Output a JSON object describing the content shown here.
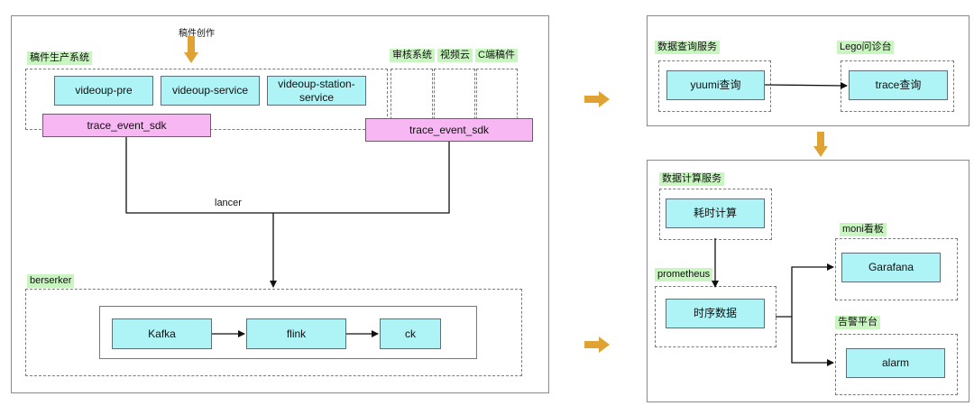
{
  "left": {
    "top_label": "稿件创作",
    "production_label": "稿件生产系统",
    "nodes": [
      "videoup-pre",
      "videoup-service",
      "videoup-station-service"
    ],
    "review_labels": [
      "审核系统",
      "视频云",
      "C端稿件"
    ],
    "sdk_label": "trace_event_sdk",
    "lancer_label": "lancer",
    "berserker_label": "berserker",
    "pipeline": [
      "Kafka",
      "flink",
      "ck"
    ]
  },
  "right_top": {
    "query_service_label": "数据查询服务",
    "lego_label": "Lego问诊台",
    "yuumi_node": "yuumi查询",
    "trace_node": "trace查询"
  },
  "right_bottom": {
    "compute_service_label": "数据计算服务",
    "compute_node": "耗时计算",
    "prometheus_label": "prometheus",
    "timeseries_node": "时序数据",
    "moni_label": "moni看板",
    "garafana_node": "Garafana",
    "alert_label": "告警平台",
    "alarm_node": "alarm"
  },
  "colors": {
    "node_fill": "#aef3f5",
    "sdk_fill": "#f6b7f2",
    "label_fill": "#c8f5c0",
    "fat_arrow": "#e0a233"
  }
}
